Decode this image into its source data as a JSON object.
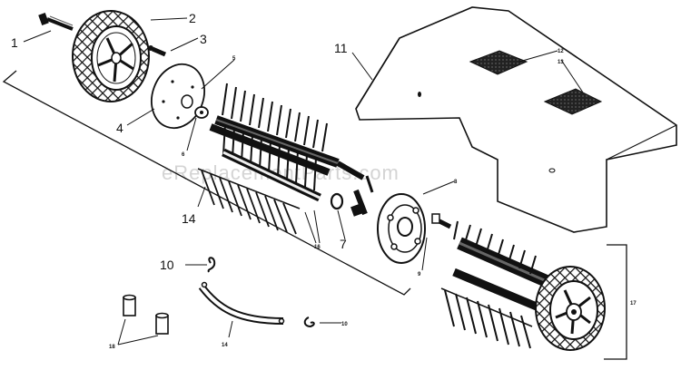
{
  "watermark": "eReplacementParts.com",
  "callouts": {
    "c1": "1",
    "c2": "2",
    "c3": "3",
    "c4": "4",
    "c5": "5",
    "c6": "6",
    "c7": "7",
    "c8": "8",
    "c9": "9",
    "c10": "10",
    "c10b": "10",
    "c11": "11",
    "c12": "12",
    "c13": "13",
    "c14a": "14",
    "c14b": "14",
    "c16": "16",
    "c17": "17",
    "c18": "18"
  }
}
